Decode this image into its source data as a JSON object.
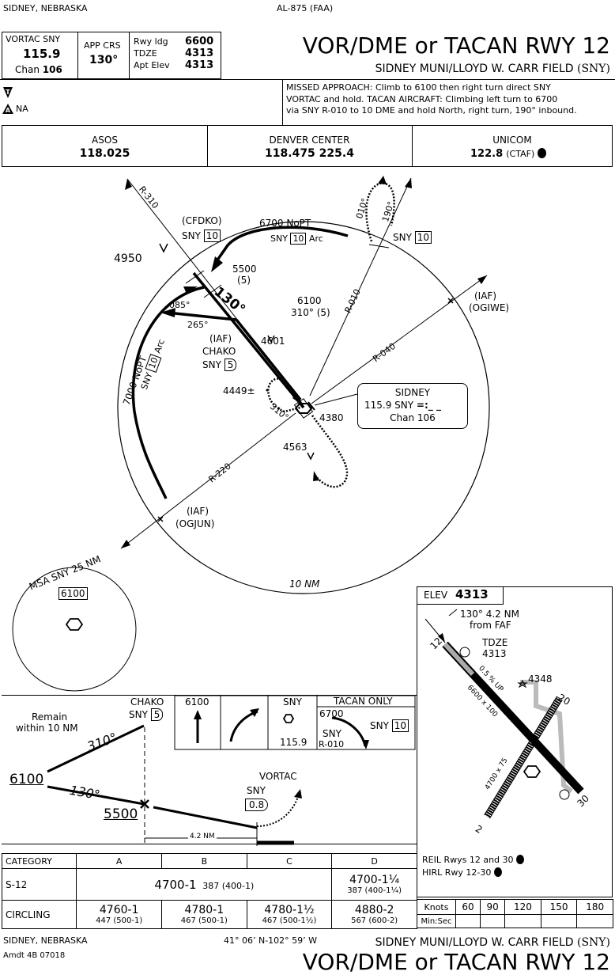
{
  "header": {
    "location": "SIDNEY, NEBRASKA",
    "procedure_id": "AL-875 (FAA)",
    "title": "VOR/DME or TACAN RWY 12",
    "airport": "SIDNEY MUNI/LLOYD W. CARR FIELD",
    "airport_id": "(SNY)",
    "nav_box": {
      "label": "VORTAC SNY",
      "freq": "115.9",
      "chan_label": "Chan",
      "chan": "106"
    },
    "crs_box": {
      "label": "APP CRS",
      "value": "130°"
    },
    "elev_box": {
      "rwy_idg_label": "Rwy ldg",
      "rwy_idg": "6600",
      "tdze_label": "TDZE",
      "tdze": "4313",
      "apt_elev_label": "Apt Elev",
      "apt_elev": "4313"
    },
    "alt_min_symbol": "T",
    "na_text": "NA",
    "missed_approach": [
      "MISSED APPROACH: Climb to 6100 then right turn direct SNY",
      "VORTAC and hold.  TACAN AIRCRAFT: Climbing left turn to 6700",
      "via SNY R-010 to 10 DME and hold North, right turn, 190° inbound."
    ]
  },
  "comms": [
    {
      "label": "ASOS",
      "value": "118.025",
      "extra": ""
    },
    {
      "label": "DENVER CENTER",
      "value": "118.475  225.4",
      "extra": ""
    },
    {
      "label": "UNICOM",
      "value": "122.8",
      "extra": "(CTAF)"
    }
  ],
  "plan": {
    "r310": "R-310",
    "cfdko": "(CFDKO)",
    "sny10_a": "SNY",
    "dme10": "10",
    "arc_alt": "6700 NoPT",
    "arc_label_sny": "SNY",
    "arc_label_arc": "Arc",
    "hold_010": "010°",
    "hold_190": "190°",
    "sny10_b": "SNY",
    "obs4950": "4950",
    "alt5500": "5500",
    "dist5": "(5)",
    "crs130": "130°",
    "crs085": "085°",
    "crs265": "265°",
    "alt6100": "6100",
    "crs310_5": "310° (5)",
    "r010": "R-010",
    "iaf_ogiwe_1": "(IAF)",
    "iaf_ogiwe_2": "(OGIWE)",
    "r040": "R-040",
    "iaf_chako": "(IAF)",
    "chako": "CHAKO",
    "chako_sny": "SNY",
    "dme5": "5",
    "obs4601": "4601",
    "arc7000": "7000 NoPT",
    "arc7000_sny": "SNY",
    "arc7000_arc": "Arc",
    "obs4449": "4449",
    "vortac_hold": "310°",
    "obs4380": "4380",
    "sidney_box": {
      "name": "SIDNEY",
      "freq": "115.9  SNY",
      "chan": "Chan 106"
    },
    "obs4563": "4563",
    "r220": "R-220",
    "iaf_ogjun_1": "(IAF)",
    "iaf_ogjun_2": "(OGJUN)",
    "ten_nm": "10 NM"
  },
  "msa": {
    "label": "MSA SNY 25 NM",
    "altitude": "6100"
  },
  "airport_sketch": {
    "elev_label": "ELEV",
    "elev": "4313",
    "faf_note_1": "130° 4.2 NM",
    "faf_note_2": "from FAF",
    "tdze_label": "TDZE",
    "tdze": "4313",
    "obs4348": "4348",
    "grad": "0.5 % UP",
    "rwy_dim1": "6600 x 100",
    "rwy_dim2": "4700 x 75",
    "rwy12": "12",
    "rwy30": "30",
    "rwy2": "2",
    "rwy20": "20",
    "lighting_1": "REIL Rwys 12 and 30",
    "lighting_2": "HIRL Rwy 12-30"
  },
  "profile": {
    "remain_1": "Remain",
    "remain_2": "within 10 NM",
    "chako": "CHAKO",
    "chako_sny": "SNY",
    "chako_dme": "5",
    "crs310": "310°",
    "crs130": "130°",
    "alt6100": "6100",
    "alt5500": "5500",
    "vortac": "VORTAC",
    "sny": "SNY",
    "dme08": "0.8",
    "dist": "4.2 NM",
    "ma_alt": "6100",
    "ma_sny": "SNY",
    "ma_freq": "115.9",
    "tacan_only": "TACAN ONLY",
    "tacan_alt": "6700",
    "tacan_sny": "SNY",
    "tacan_r": "R-010",
    "tacan_dme_sny": "SNY",
    "tacan_dme": "10"
  },
  "minimums": {
    "category_label": "CATEGORY",
    "categories": [
      "A",
      "B",
      "C",
      "D"
    ],
    "s12_label": "S-12",
    "s12_abcd": "4700-1",
    "s12_abcd_hat": "387 (400-1)",
    "s12_d": "4700-1¼",
    "s12_d_hat": "387 (400-1¼)",
    "circling_label": "CIRCLING",
    "circling": [
      {
        "min": "4760-1",
        "hat": "447 (500-1)"
      },
      {
        "min": "4780-1",
        "hat": "467 (500-1)"
      },
      {
        "min": "4780-1½",
        "hat": "467 (500-1½)"
      },
      {
        "min": "4880-2",
        "hat": "567 (600-2)"
      }
    ]
  },
  "time_table": {
    "knots_label": "Knots",
    "speeds": [
      "60",
      "90",
      "120",
      "150",
      "180"
    ],
    "minsec_label": "Min:Sec"
  },
  "footer": {
    "location": "SIDNEY, NEBRASKA",
    "amdt": "Amdt 4B  07018",
    "coords": "41° 06’ N-102° 59’ W",
    "airport": "SIDNEY MUNI/LLOYD W. CARR FIELD",
    "airport_id": "(SNY)",
    "title": "VOR/DME or TACAN RWY 12"
  }
}
